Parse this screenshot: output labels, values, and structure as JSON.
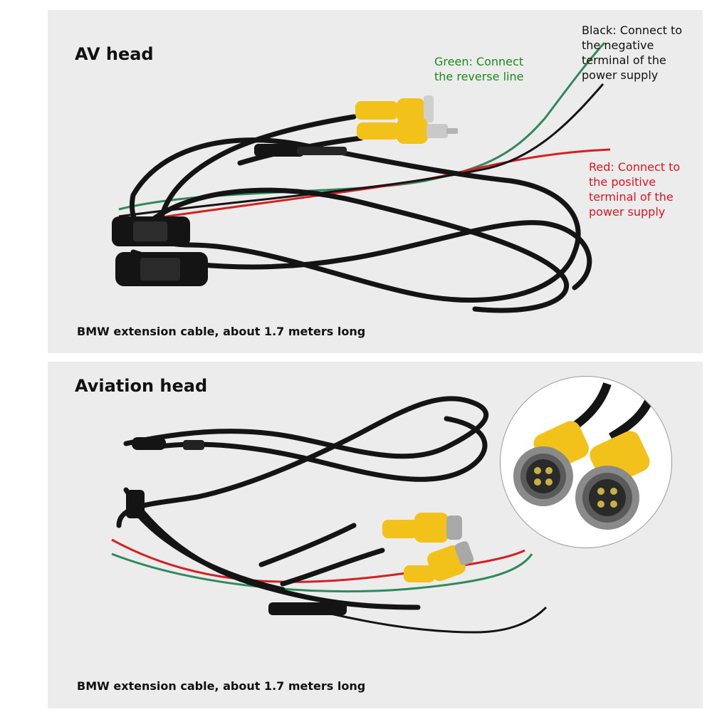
{
  "title": "WIRING DIAGRAM",
  "top_panel": {
    "label": "AV head",
    "caption": "BMW extension cable, about 1.7 meters long",
    "notes": {
      "green": [
        "Green: Connect",
        "the reverse line"
      ],
      "black": [
        "Black: Connect to",
        "the negative",
        "terminal of the",
        "power supply"
      ],
      "red": [
        "Red: Connect to",
        "the positive",
        "terminal of the",
        "power supply"
      ]
    }
  },
  "bottom_panel": {
    "label": "Aviation head",
    "caption": "BMW extension cable, about 1.7 meters long"
  },
  "colors": {
    "panel_bg": "#ececec",
    "green_text": "#1a8a1a",
    "red_text": "#e0141e",
    "black_text": "#111111",
    "cable": "#141414",
    "connector_yellow": "#f2c21a",
    "wire_red": "#d42020",
    "wire_green": "#2e8a5a"
  }
}
